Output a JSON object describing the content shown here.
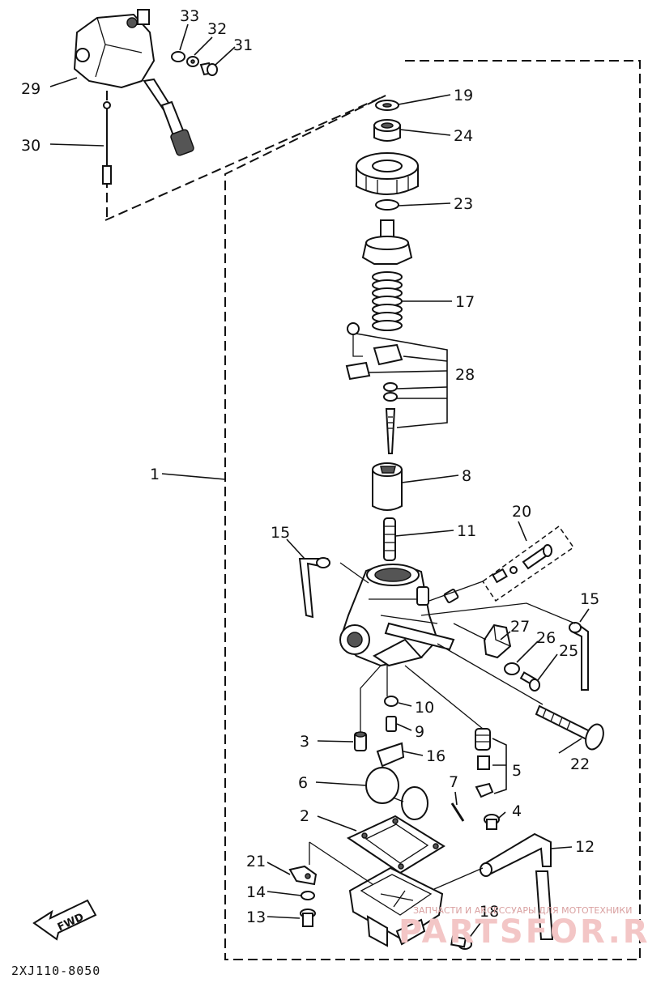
{
  "diagram": {
    "labels": [
      "33",
      "32",
      "31",
      "29",
      "30",
      "19",
      "24",
      "23",
      "17",
      "28",
      "1",
      "8",
      "11",
      "20",
      "15",
      "15",
      "27",
      "26",
      "25",
      "10",
      "9",
      "3",
      "16",
      "5",
      "22",
      "6",
      "7",
      "4",
      "2",
      "12",
      "21",
      "14",
      "13",
      "18"
    ],
    "code": "2XJ110-8050",
    "fwd_label": "FWD",
    "watermark": {
      "small": "ЗАПЧАСТИ И АКСЕССУАРЫ ДЛЯ МОТОТЕХНИКИ",
      "large": "PARTSFOR.RU"
    }
  }
}
